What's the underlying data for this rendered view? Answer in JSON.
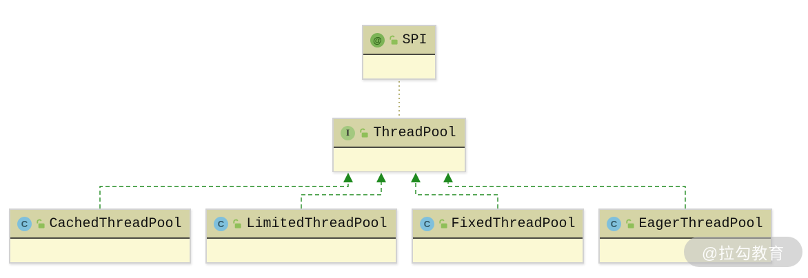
{
  "diagram": {
    "type": "uml-class-diagram",
    "nodes": [
      {
        "id": "spi",
        "label": "SPI",
        "badge": "@",
        "kind": "annotation"
      },
      {
        "id": "threadpool",
        "label": "ThreadPool",
        "badge": "I",
        "kind": "interface"
      },
      {
        "id": "cached",
        "label": "CachedThreadPool",
        "badge": "C",
        "kind": "class"
      },
      {
        "id": "limited",
        "label": "LimitedThreadPool",
        "badge": "C",
        "kind": "class"
      },
      {
        "id": "fixed",
        "label": "FixedThreadPool",
        "badge": "C",
        "kind": "class"
      },
      {
        "id": "eager",
        "label": "EagerThreadPool",
        "badge": "C",
        "kind": "class"
      }
    ],
    "edges": [
      {
        "from": "ThreadPool",
        "to": "SPI",
        "type": "annotated-with",
        "style": "dotted"
      },
      {
        "from": "CachedThreadPool",
        "to": "ThreadPool",
        "type": "implements",
        "style": "dashed-arrow"
      },
      {
        "from": "LimitedThreadPool",
        "to": "ThreadPool",
        "type": "implements",
        "style": "dashed-arrow"
      },
      {
        "from": "FixedThreadPool",
        "to": "ThreadPool",
        "type": "implements",
        "style": "dashed-arrow"
      },
      {
        "from": "EagerThreadPool",
        "to": "ThreadPool",
        "type": "implements",
        "style": "dashed-arrow"
      }
    ],
    "colors": {
      "node_header_bg": "#d5d4a6",
      "node_body_bg": "#fbf9d4",
      "node_border": "#d2d2d2",
      "header_separator": "#4a4a42",
      "annotation_badge_bg": "#7cb356",
      "interface_badge_bg": "#a3c87f",
      "class_badge_bg": "#7fc0dc",
      "lock_icon_green": "#8fbf59",
      "implements_edge_green": "#1f8a1f",
      "annotation_edge_olive": "#a49e52"
    },
    "watermark": {
      "text": "@拉勾教育"
    }
  }
}
